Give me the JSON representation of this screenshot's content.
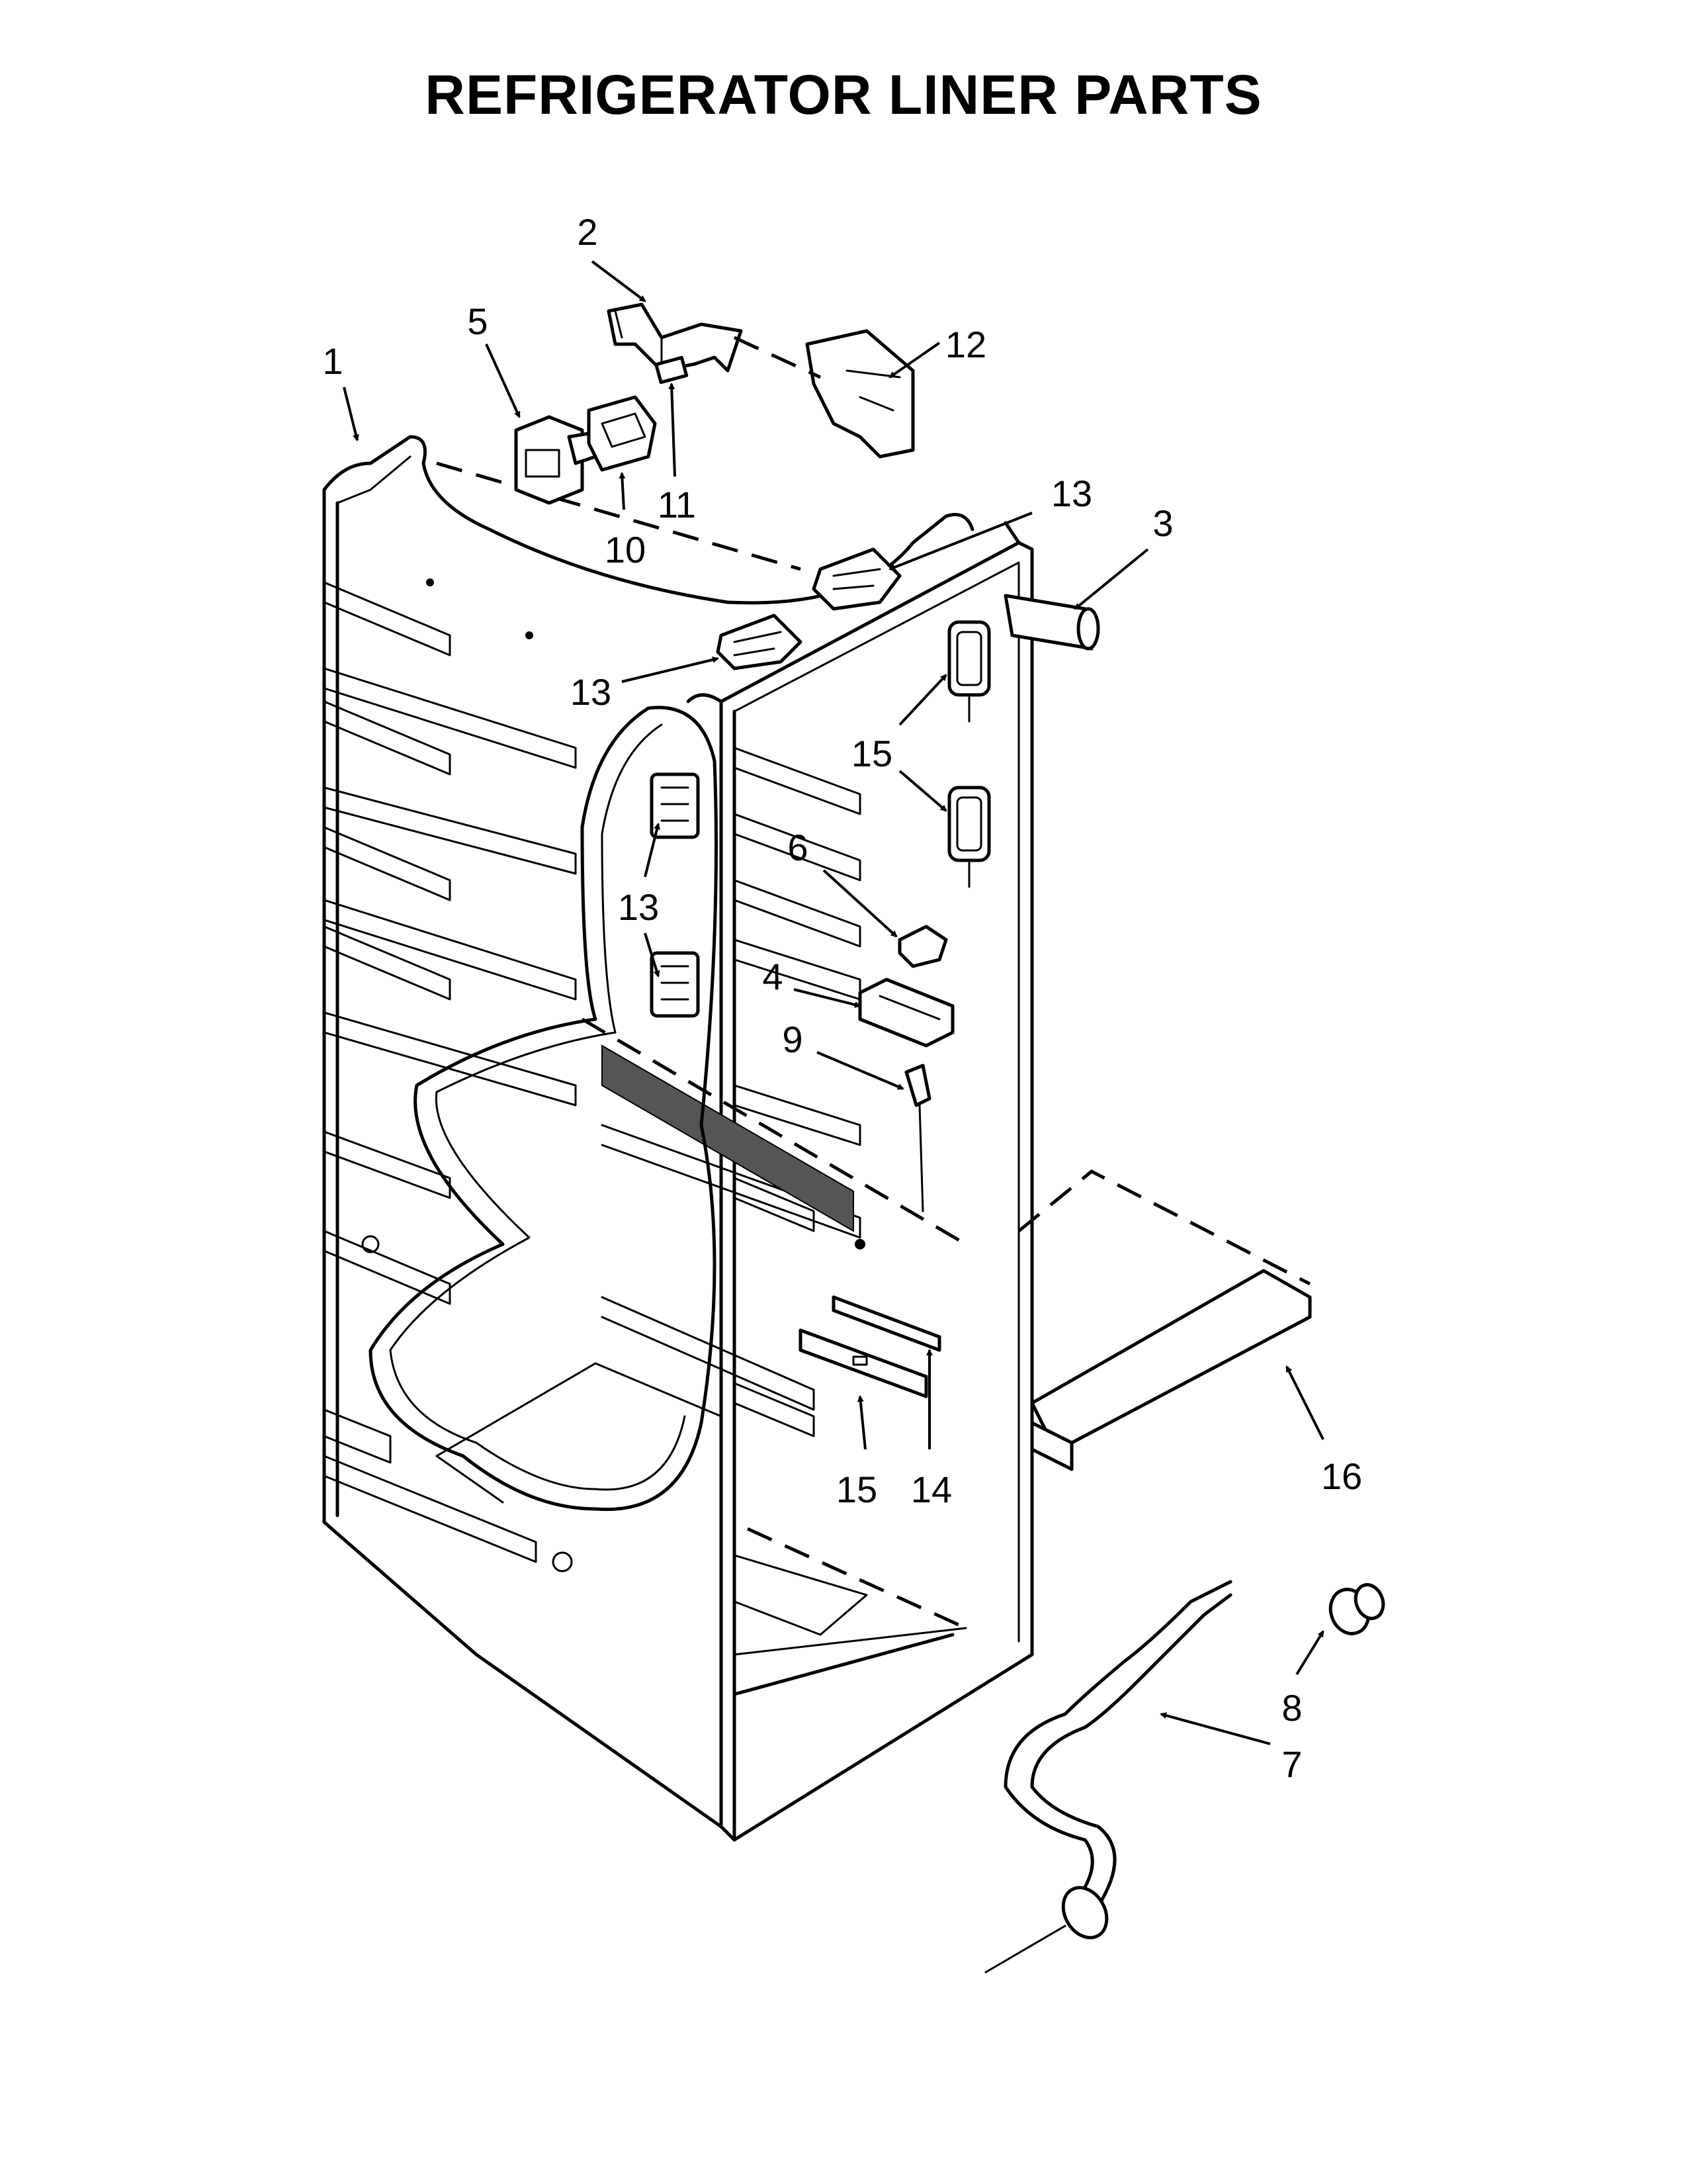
{
  "title": "REFRIGERATOR LINER PARTS",
  "callouts": [
    {
      "id": "c1",
      "label": "1"
    },
    {
      "id": "c2",
      "label": "2"
    },
    {
      "id": "c3",
      "label": "3"
    },
    {
      "id": "c4",
      "label": "4"
    },
    {
      "id": "c5",
      "label": "5"
    },
    {
      "id": "c6",
      "label": "6"
    },
    {
      "id": "c7",
      "label": "7"
    },
    {
      "id": "c8",
      "label": "8"
    },
    {
      "id": "c9",
      "label": "9"
    },
    {
      "id": "c10",
      "label": "10"
    },
    {
      "id": "c11",
      "label": "11"
    },
    {
      "id": "c12",
      "label": "12"
    },
    {
      "id": "c13a",
      "label": "13"
    },
    {
      "id": "c13b",
      "label": "13"
    },
    {
      "id": "c13c",
      "label": "13"
    },
    {
      "id": "c14",
      "label": "14"
    },
    {
      "id": "c15a",
      "label": "15"
    },
    {
      "id": "c15b",
      "label": "15"
    },
    {
      "id": "c16",
      "label": "16"
    }
  ]
}
